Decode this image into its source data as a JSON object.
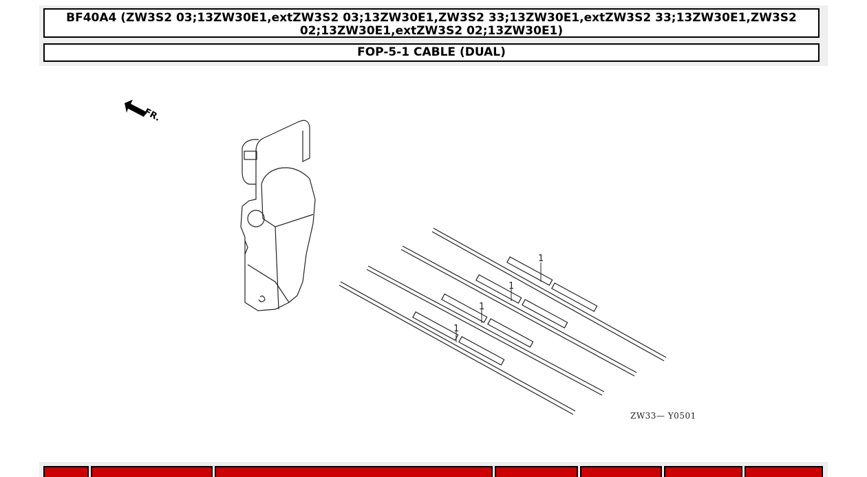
{
  "header": {
    "title_line1": "BF40A4 (ZW3S2 03;13ZW30E1,extZW3S2 03;13ZW30E1,ZW3S2 33;13ZW30E1,extZW3S2 33;13ZW30E1,ZW3S2",
    "title_line2": "02;13ZW30E1,extZW3S2 02;13ZW30E1)",
    "section": "FOP-5-1 CABLE (DUAL)"
  },
  "diagram": {
    "direction_label": "FR.",
    "direction_icon": "front-arrow-icon",
    "reference_code": "ZW33— Y0501",
    "callouts": [
      "1",
      "1",
      "1",
      "1"
    ],
    "parts": [
      "remote-control-box",
      "cable",
      "cable",
      "cable",
      "cable"
    ]
  },
  "parts_table": {
    "header_color": "#cc0000",
    "columns": [
      "",
      "",
      "",
      "",
      "",
      "",
      ""
    ]
  }
}
